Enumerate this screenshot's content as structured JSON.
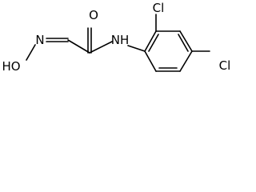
{
  "structure": {
    "labels": {
      "oxygen_carbonyl": "O",
      "nitrogen_oxime": "N",
      "hydroxyl_oxime": "HO",
      "amide_nitrogen": "NH",
      "chlorine_ortho": "Cl",
      "chlorine_meta": "Cl"
    }
  }
}
